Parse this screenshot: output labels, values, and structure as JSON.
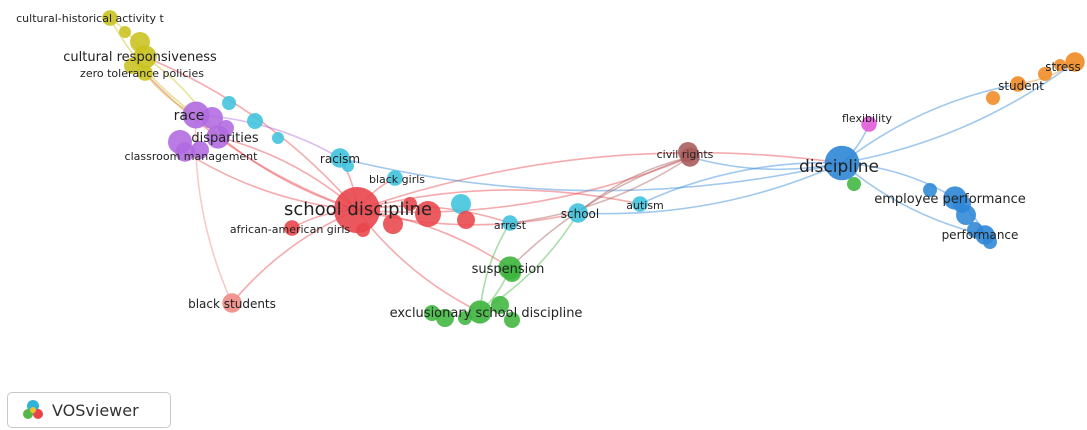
{
  "app": {
    "brand": "VOSviewer"
  },
  "colors": {
    "red": "#e8454b",
    "green": "#3db53d",
    "blue": "#2e86d6",
    "yellow": "#c9c21e",
    "purple": "#b06ae0",
    "cyan": "#3fc3dd",
    "orange": "#f08a24",
    "brown": "#a85c5c",
    "pink": "#e25ad8",
    "salmon": "#ee8c86"
  },
  "items": [
    {
      "key": "school_discipline",
      "label": "school discipline",
      "cluster": "red",
      "weight": 10
    },
    {
      "key": "discipline",
      "label": "discipline",
      "cluster": "blue",
      "weight": 7
    },
    {
      "key": "exclusionary",
      "label": "exclusionary school discipline",
      "cluster": "green",
      "weight": 4
    },
    {
      "key": "suspension",
      "label": "suspension",
      "cluster": "green",
      "weight": 4
    },
    {
      "key": "employee_performance",
      "label": "employee performance",
      "cluster": "blue",
      "weight": 4
    },
    {
      "key": "performance",
      "label": "performance",
      "cluster": "blue",
      "weight": 3
    },
    {
      "key": "cultural_responsiveness",
      "label": "cultural responsiveness",
      "cluster": "yellow",
      "weight": 4
    },
    {
      "key": "cultural_historical",
      "label": "cultural-historical activity t",
      "cluster": "yellow",
      "weight": 2
    },
    {
      "key": "zero_tolerance",
      "label": "zero tolerance policies",
      "cluster": "yellow",
      "weight": 2
    },
    {
      "key": "race",
      "label": "race",
      "cluster": "purple",
      "weight": 5
    },
    {
      "key": "disparities",
      "label": "disparities",
      "cluster": "purple",
      "weight": 4
    },
    {
      "key": "classroom_management",
      "label": "classroom management",
      "cluster": "purple",
      "weight": 3
    },
    {
      "key": "racism",
      "label": "racism",
      "cluster": "cyan",
      "weight": 3
    },
    {
      "key": "black_girls",
      "label": "black girls",
      "cluster": "cyan",
      "weight": 2
    },
    {
      "key": "african_american_girls",
      "label": "african-american girls",
      "cluster": "red",
      "weight": 2
    },
    {
      "key": "arrest",
      "label": "arrest",
      "cluster": "cyan",
      "weight": 2
    },
    {
      "key": "school",
      "label": "school",
      "cluster": "cyan",
      "weight": 3
    },
    {
      "key": "autism",
      "label": "autism",
      "cluster": "cyan",
      "weight": 2
    },
    {
      "key": "civil_rights",
      "label": "civil rights",
      "cluster": "brown",
      "weight": 3
    },
    {
      "key": "flexibility",
      "label": "flexibility",
      "cluster": "pink",
      "weight": 2
    },
    {
      "key": "student",
      "label": "student",
      "cluster": "orange",
      "weight": 2
    },
    {
      "key": "stress",
      "label": "stress",
      "cluster": "orange",
      "weight": 3
    },
    {
      "key": "black_students",
      "label": "black students",
      "cluster": "salmon",
      "weight": 3
    }
  ],
  "links": [
    [
      "school_discipline",
      "discipline"
    ],
    [
      "school_discipline",
      "civil_rights"
    ],
    [
      "school_discipline",
      "race"
    ],
    [
      "school_discipline",
      "disparities"
    ],
    [
      "school_discipline",
      "classroom_management"
    ],
    [
      "school_discipline",
      "racism"
    ],
    [
      "school_discipline",
      "black_girls"
    ],
    [
      "school_discipline",
      "black_students"
    ],
    [
      "school_discipline",
      "suspension"
    ],
    [
      "school_discipline",
      "exclusionary"
    ],
    [
      "school_discipline",
      "arrest"
    ],
    [
      "school_discipline",
      "school"
    ],
    [
      "school_discipline",
      "autism"
    ],
    [
      "school_discipline",
      "cultural_responsiveness"
    ],
    [
      "school_discipline",
      "zero_tolerance"
    ],
    [
      "school_discipline",
      "african_american_girls"
    ],
    [
      "discipline",
      "civil_rights"
    ],
    [
      "discipline",
      "flexibility"
    ],
    [
      "discipline",
      "employee_performance"
    ],
    [
      "discipline",
      "performance"
    ],
    [
      "discipline",
      "student"
    ],
    [
      "discipline",
      "stress"
    ],
    [
      "discipline",
      "school"
    ],
    [
      "discipline",
      "autism"
    ],
    [
      "discipline",
      "racism"
    ],
    [
      "civil_rights",
      "school"
    ],
    [
      "civil_rights",
      "arrest"
    ],
    [
      "civil_rights",
      "suspension"
    ],
    [
      "cultural_historical",
      "cultural_responsiveness"
    ],
    [
      "cultural_historical",
      "race"
    ],
    [
      "cultural_responsiveness",
      "disparities"
    ],
    [
      "zero_tolerance",
      "race"
    ],
    [
      "race",
      "racism"
    ],
    [
      "exclusionary",
      "suspension"
    ],
    [
      "exclusionary",
      "arrest"
    ],
    [
      "exclusionary",
      "school"
    ],
    [
      "black_students",
      "race"
    ],
    [
      "student",
      "stress"
    ],
    [
      "employee_performance",
      "performance"
    ]
  ]
}
